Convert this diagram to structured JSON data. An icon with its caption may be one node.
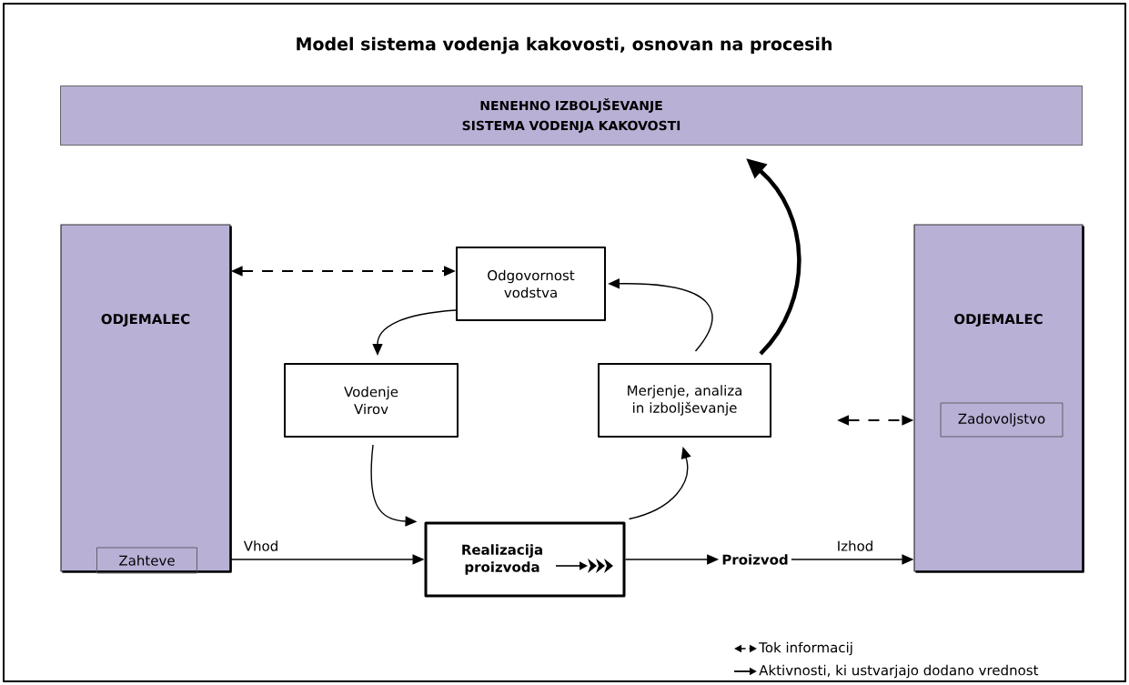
{
  "diagram": {
    "title": "Model sistema vodenja kakovosti, osnovan na procesih",
    "nodes": [
      {
        "text": [
          "NENEHNO IZBOLJŠEVANJE SISTEMA VODENJA KAKOVOSTI"
        ]
      },
      {
        "text": [
          "ODJEMALEC"
        ]
      },
      {
        "text": [
          "Zahteve"
        ],
        "in": 1
      },
      {
        "text": [
          "Odgovornost vodstva"
        ]
      },
      {
        "text": [
          "Vodenje Virov"
        ]
      },
      {
        "text": [
          "Merjenje, analiza in izboljševanje"
        ]
      },
      {
        "text": [
          "Realizacija proizvoda"
        ]
      },
      {
        "text": [
          "Proizvod"
        ]
      },
      {
        "text": [
          "ODJEMALEC"
        ]
      },
      {
        "text": [
          "Zadovoljstvo"
        ],
        "in": 8
      }
    ],
    "edges": [
      {
        "from": 1,
        "to": 3,
        "arrow": "both",
        "style": "dashed"
      },
      {
        "from": 3,
        "to": 4,
        "arrow": "to"
      },
      {
        "from": 4,
        "to": 6,
        "arrow": "to"
      },
      {
        "from": 6,
        "to": 5,
        "arrow": "to"
      },
      {
        "from": 5,
        "to": 3,
        "arrow": "to"
      },
      {
        "from": 5,
        "to": 0,
        "arrow": "to",
        "style": "thick"
      },
      {
        "from": 1,
        "to": 6,
        "arrow": "to",
        "label": "Vhod"
      },
      {
        "from": 6,
        "to": 7,
        "arrow": "to"
      },
      {
        "from": 7,
        "to": 8,
        "arrow": "to",
        "label": "Izhod"
      },
      {
        "from": null,
        "to": 8,
        "arrow": "both",
        "style": "dashed"
      }
    ],
    "legend": [
      {
        "text": "Tok informacij"
      },
      {
        "text": "Aktivnosti, ki ustvarjajo dodano vrednost"
      }
    ]
  }
}
